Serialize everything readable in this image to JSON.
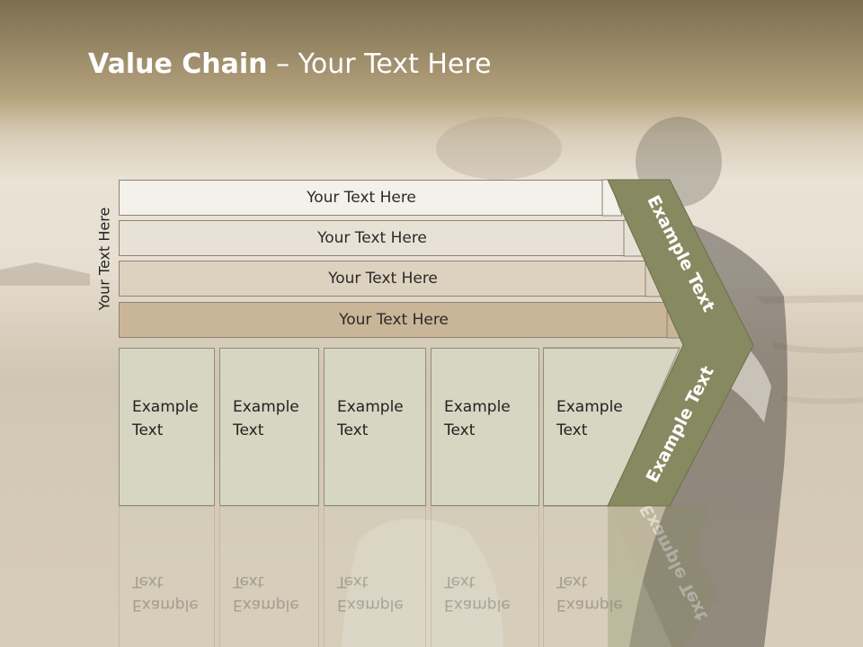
{
  "slide": {
    "title_bold": "Value Chain",
    "title_rest": " – Your Text Here",
    "side_label": "Your Text Here"
  },
  "bars": [
    {
      "label": "Your Text Here",
      "fill": "#f3f1ea"
    },
    {
      "label": "Your Text Here",
      "fill": "#e8e2d6"
    },
    {
      "label": "Your Text Here",
      "fill": "#ddd2bf"
    },
    {
      "label": "Your Text Here",
      "fill": "#c9b598"
    }
  ],
  "boxes": [
    {
      "line1": "Example",
      "line2": "Text"
    },
    {
      "line1": "Example",
      "line2": "Text"
    },
    {
      "line1": "Example",
      "line2": "Text"
    },
    {
      "line1": "Example",
      "line2": "Text"
    },
    {
      "line1": "Example",
      "line2": "Text"
    }
  ],
  "chevron": {
    "upper_label": "Example Text",
    "lower_label": "Example Text",
    "color": "#878a61"
  }
}
